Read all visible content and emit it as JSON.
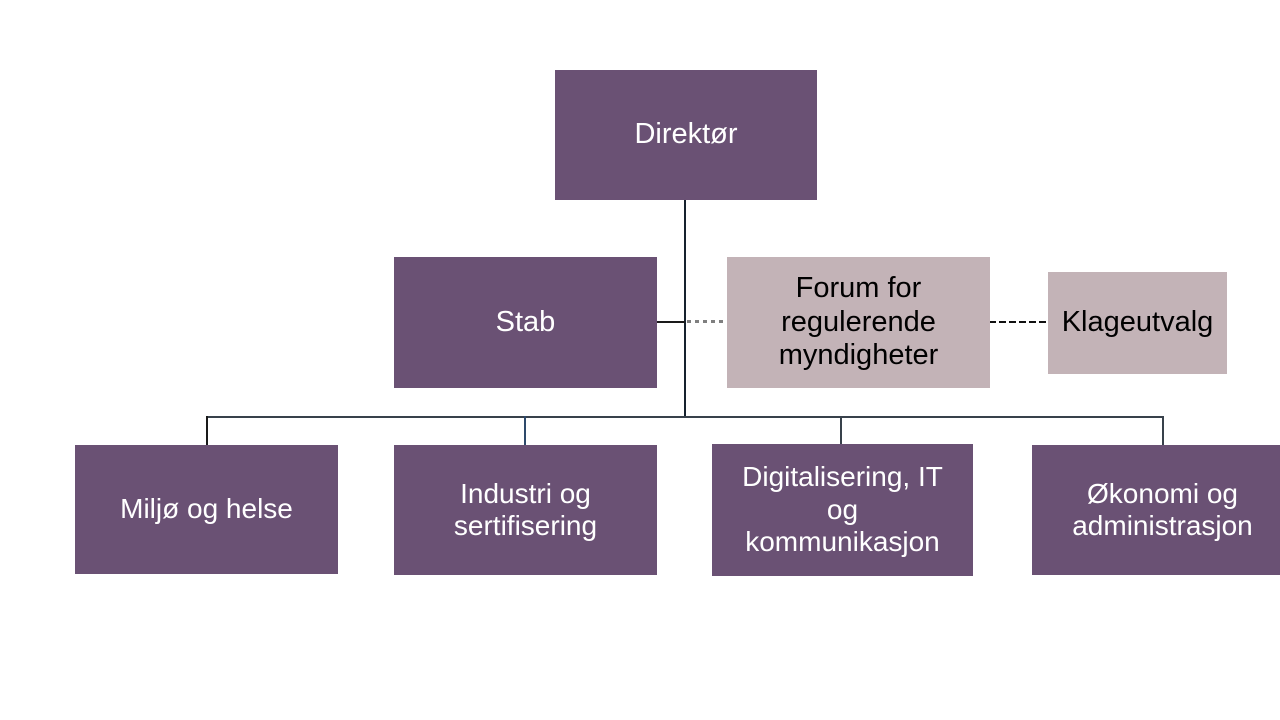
{
  "colors": {
    "primary_box": "#6a5174",
    "secondary_box": "#c3b3b7",
    "text_on_primary": "#ffffff",
    "text_on_secondary": "#000000",
    "trunk_line": "#16222e",
    "solid_link": "#1a1a1a",
    "dotted_link": "#7f7f7f",
    "dashed_link": "#111111",
    "children_bar": "#38414b",
    "drop_accent": "#2e4a6b"
  },
  "org_chart": {
    "type": "org-chart",
    "nodes": {
      "direktor": {
        "label": "Direktør",
        "lines": [
          "Direktør"
        ],
        "style": "primary"
      },
      "stab": {
        "label": "Stab",
        "lines": [
          "Stab"
        ],
        "style": "primary"
      },
      "forum": {
        "label": "Forum for regulerende myndigheter",
        "lines": [
          "Forum for",
          "regulerende",
          "myndigheter"
        ],
        "style": "secondary"
      },
      "klageutvalg": {
        "label": "Klageutvalg",
        "lines": [
          "Klageutvalg"
        ],
        "style": "secondary"
      },
      "miljo": {
        "label": "Miljø og helse",
        "lines": [
          "Miljø og helse"
        ],
        "style": "primary"
      },
      "industri": {
        "label": "Industri og sertifisering",
        "lines": [
          "Industri og",
          "sertifisering"
        ],
        "style": "primary"
      },
      "digitalisering": {
        "label": "Digitalisering, IT og kommunikasjon",
        "lines": [
          "Digitalisering, IT",
          "og",
          "kommunikasjon"
        ],
        "style": "primary"
      },
      "okonomi": {
        "label": "Økonomi og administrasjon",
        "lines": [
          "Økonomi og",
          "administrasjon"
        ],
        "style": "primary"
      }
    },
    "edges": [
      {
        "from": "direktor",
        "to": "miljo",
        "style": "solid"
      },
      {
        "from": "direktor",
        "to": "industri",
        "style": "solid"
      },
      {
        "from": "direktor",
        "to": "digitalisering",
        "style": "solid"
      },
      {
        "from": "direktor",
        "to": "okonomi",
        "style": "solid"
      },
      {
        "from": "stab",
        "to": "direktor",
        "style": "solid"
      },
      {
        "from": "stab",
        "to": "forum",
        "style": "dotted"
      },
      {
        "from": "forum",
        "to": "klageutvalg",
        "style": "dashed"
      }
    ]
  }
}
